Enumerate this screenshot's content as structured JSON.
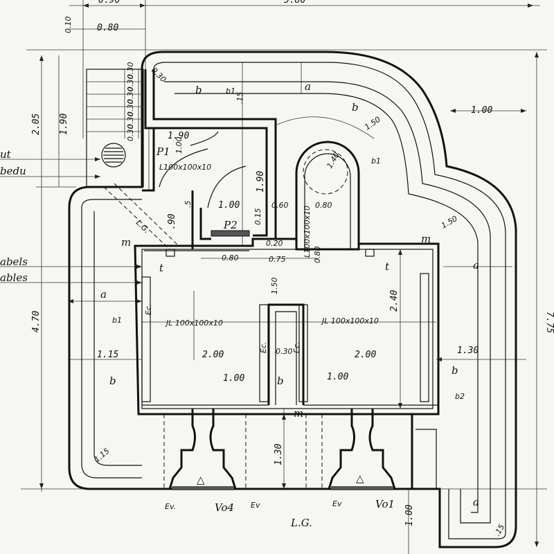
{
  "dimensions": {
    "top_left_width": "0.90",
    "top_total_width": "5.80",
    "stair_width": "0.80",
    "stair_offset": "0.10",
    "left_height_upper": "2.05",
    "left_height_inner": "1.90",
    "left_height_lower": "4.70",
    "right_total_height": "7.75",
    "right_offset": "1.00",
    "entry_width": "1.90",
    "entry_depth": "1.90",
    "entry_door": "1.00",
    "door_p2_width": "1.00",
    "dim_015a": ".15",
    "dim_015b": "0.15",
    "dim_015c": ".15",
    "dim_05": ".5",
    "dim_090": ".90",
    "dome_dia": "1.40",
    "dome_width": "0.80",
    "dim_060": "0.60",
    "dim_080a": "0.80",
    "dim_075": "0.75",
    "dim_020": "0.20",
    "dim_080b": "0.80",
    "room_height": "2.40",
    "room_width_left": "2.00",
    "room_width_right": "2.00",
    "wall_mid": "0.30",
    "left_wall": "1.15",
    "right_wall": "1.30",
    "shelf_left": "1.00",
    "shelf_right": "1.00",
    "front_depth": "1.30",
    "bottom_right": "1.00",
    "diag_right": "1.50",
    "diag_upper": "1.50",
    "diag_lower_left": "1.15",
    "dim_030": "0.30",
    "stair_steps": [
      "0.30",
      "0.30",
      "0.30",
      "0.30",
      "0.30",
      "0.30"
    ],
    "gallery_width": "1.50"
  },
  "labels": {
    "a_top": "a",
    "a_left": "a",
    "a_right": "a",
    "a_bottom": "a",
    "b_top": "b",
    "b_mid": "b",
    "b_left": "b",
    "b_right": "b",
    "b_center": "b",
    "b1_top": "b1",
    "b1_dome": "b1",
    "b1_left": "b1",
    "b2_right": "b2",
    "t_left": "t",
    "t_right": "t",
    "m_left": "m",
    "m_right": "m",
    "m_bottom": "m",
    "p1": "P1",
    "p2": "P2",
    "lintel_entry": "L100x100x10",
    "lintel_vertical": "L100x100x10",
    "beam_left": "JL 100x100x10",
    "beam_right": "JL 100x100x10",
    "ec_left": "Ec.",
    "ec_mid": "Ec.",
    "ec_right": "Ec.",
    "ev_1": "Ev.",
    "ev_2": "Ev",
    "ev_3": "Ev",
    "v04": "Vo4",
    "vo1": "Vo1",
    "lg": "L.G.",
    "lg_diag": "L.G.",
    "edge_1": "ut",
    "edge_2": "bedu",
    "edge_3": "abels",
    "edge_4": "ables"
  }
}
